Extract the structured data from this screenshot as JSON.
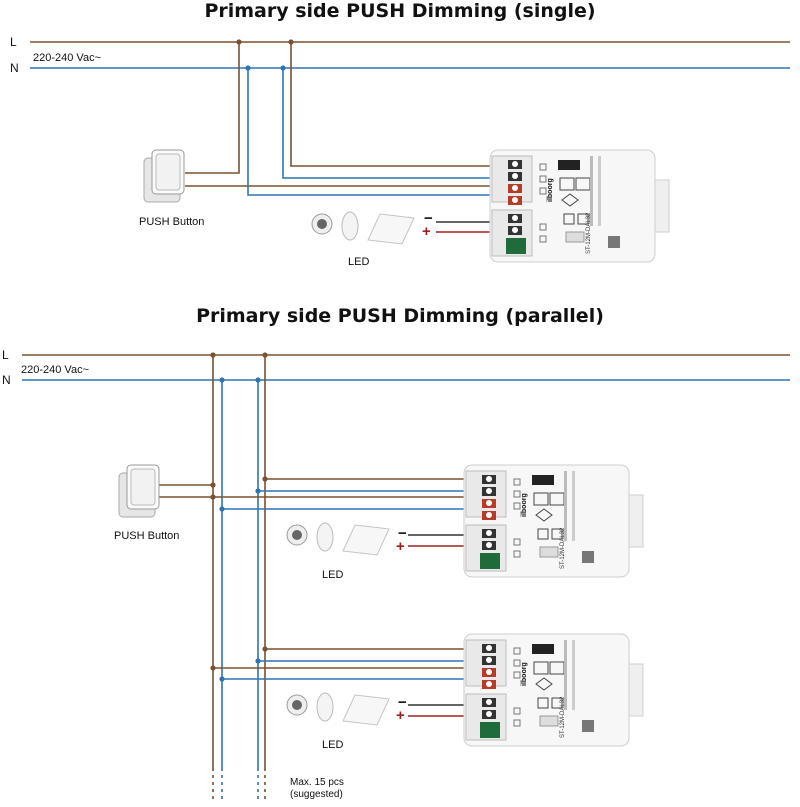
{
  "diagram_single": {
    "title": "Primary side PUSH Dimming (single)",
    "rail_l": "L",
    "rail_n": "N",
    "voltage": "220-240 Vac~",
    "push_label": "PUSH Button",
    "led_label": "LED"
  },
  "diagram_parallel": {
    "title": "Primary side PUSH Dimming (parallel)",
    "rail_l": "L",
    "rail_n": "N",
    "voltage": "220-240 Vac~",
    "push_label": "PUSH Button",
    "led_label_1": "LED",
    "led_label_2": "LED",
    "max_note_line1": "Max. 15 pcs",
    "max_note_line2": "(suggested)"
  },
  "driver": {
    "brand": "ilboorg",
    "model": "ST-12M-DAL32",
    "minus": "−",
    "plus": "+"
  },
  "colors": {
    "live": "#7a5230",
    "neutral": "#2e74b5",
    "led_minus": "#333333",
    "led_plus": "#a02020"
  }
}
